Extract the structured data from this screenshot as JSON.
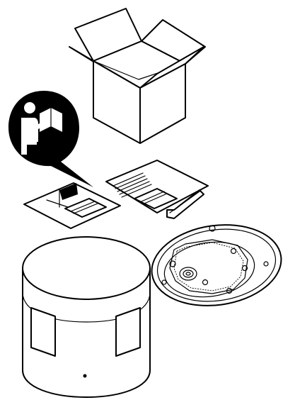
{
  "figure": {
    "components": [
      {
        "id": "shipping-box",
        "icon": "open-cardboard-box"
      },
      {
        "id": "read-manual-symbol",
        "icon": "person-reading-book-icon"
      },
      {
        "id": "quick-guide-sheets",
        "icon": "folded-documents"
      },
      {
        "id": "hex-key",
        "icon": "allen-wrench"
      },
      {
        "id": "mounting-plate",
        "icon": "round-mounting-bracket"
      },
      {
        "id": "camera-housing",
        "icon": "cylindrical-camera-body"
      }
    ],
    "colors": {
      "ink": "#000000",
      "paper": "#ffffff"
    }
  }
}
